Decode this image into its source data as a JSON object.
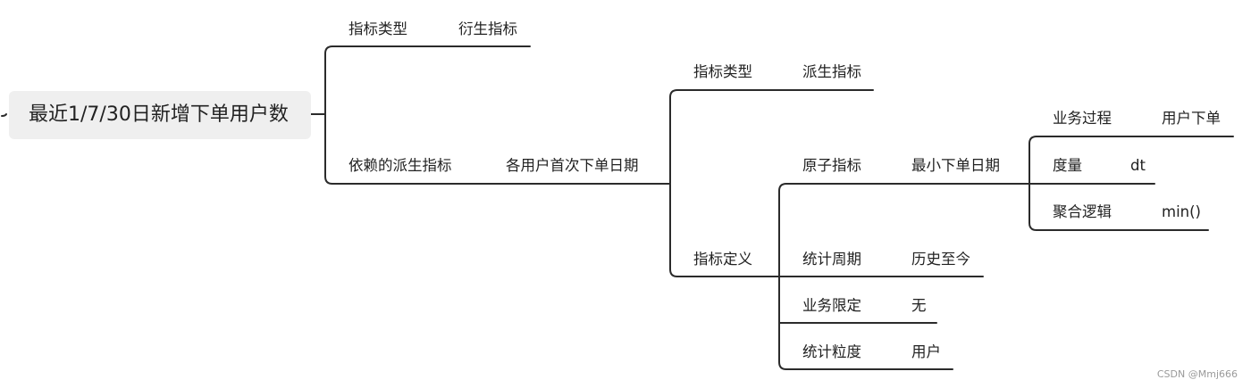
{
  "root": "最近1/7/30日新增下单用户数",
  "level1": {
    "type_label": "指标类型",
    "type_value": "衍生指标",
    "dep_label": "依赖的派生指标",
    "dep_value": "各用户首次下单日期"
  },
  "level2": {
    "type_label": "指标类型",
    "type_value": "派生指标",
    "def_label": "指标定义"
  },
  "level3": {
    "atomic_label": "原子指标",
    "atomic_value": "最小下单日期",
    "period_label": "统计周期",
    "period_value": "历史至今",
    "limit_label": "业务限定",
    "limit_value": "无",
    "granularity_label": "统计粒度",
    "granularity_value": "用户"
  },
  "level4": {
    "process_label": "业务过程",
    "process_value": "用户下单",
    "measure_label": "度量",
    "measure_value": "dt",
    "agg_label": "聚合逻辑",
    "agg_value": "min()"
  },
  "watermark": "CSDN @Mmj666"
}
